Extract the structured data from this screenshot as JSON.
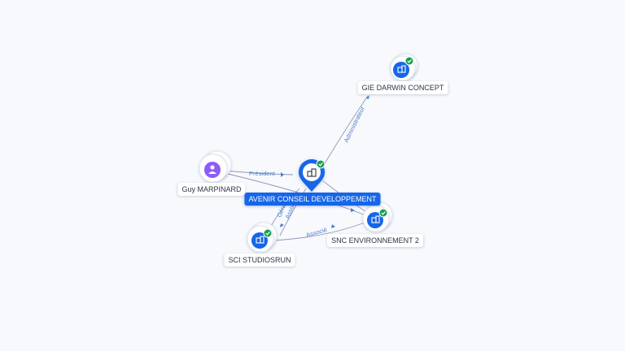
{
  "colors": {
    "accent": "#1566e8",
    "person": "#8b5cf6",
    "check": "#14a04d",
    "edge": "#8f98b3",
    "edge_label": "#4c7fd1"
  },
  "nodes": {
    "darwin": {
      "label": "GIE DARWIN CONCEPT",
      "kind": "company",
      "verified": true,
      "icon": "building-icon"
    },
    "guy": {
      "label": "Guy MARPINARD",
      "kind": "person",
      "verified": false,
      "icon": "person-icon"
    },
    "avenir": {
      "label": "AVENIR CONSEIL DEVELOPPEMENT",
      "kind": "company-focus",
      "verified": true,
      "icon": "building-icon"
    },
    "snc": {
      "label": "SNC ENVIRONNEMENT 2",
      "kind": "company",
      "verified": true,
      "icon": "building-icon"
    },
    "sci": {
      "label": "SCI STUDIOSRUN",
      "kind": "company",
      "verified": true,
      "icon": "building-icon"
    }
  },
  "edges": [
    {
      "id": "e1",
      "from": "avenir",
      "to": "darwin",
      "label": "Administrateur"
    },
    {
      "id": "e2",
      "from": "guy",
      "to": "avenir",
      "label": "Président"
    },
    {
      "id": "e3",
      "from": "guy",
      "to": "snc",
      "label": ""
    },
    {
      "id": "e4",
      "from": "sci",
      "to": "avenir",
      "label": "Gérant"
    },
    {
      "id": "e5",
      "from": "avenir",
      "to": "sci",
      "label": "Associé"
    },
    {
      "id": "e6",
      "from": "sci",
      "to": "snc",
      "label": "Associé"
    },
    {
      "id": "e7",
      "from": "avenir",
      "to": "snc",
      "label": ""
    }
  ]
}
